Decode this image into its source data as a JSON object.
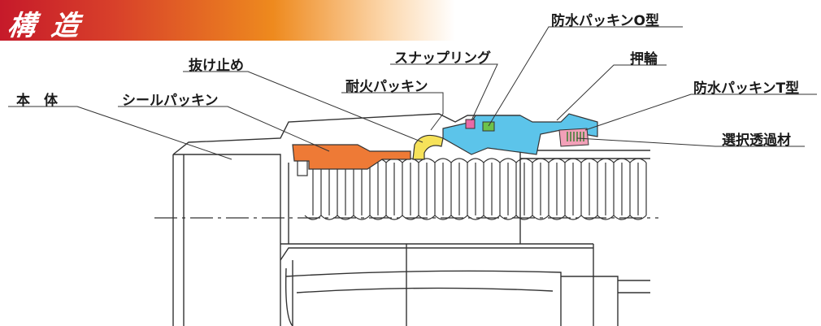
{
  "title": "構 造",
  "labels": {
    "body": "本　体",
    "seal_packing": "シールパッキン",
    "retainer": "抜け止め",
    "fireproof_packing": "耐火パッキン",
    "snap_ring": "スナップリング",
    "waterproof_o": "防水パッキンO型",
    "press_ring": "押輪",
    "waterproof_t": "防水パッキンT型",
    "selective_filter": "選択透過材"
  },
  "colors": {
    "banner_start": "#c61a2a",
    "banner_end": "#ee8a1e",
    "seal_packing": "#ee7a36",
    "fireproof_packing": "#f6e25a",
    "press_ring": "#5cc4ea",
    "snap_ring": "#e86aa6",
    "waterproof_o": "#6cc24a",
    "waterproof_t": "#f2a0b8",
    "outline": "#333333"
  }
}
